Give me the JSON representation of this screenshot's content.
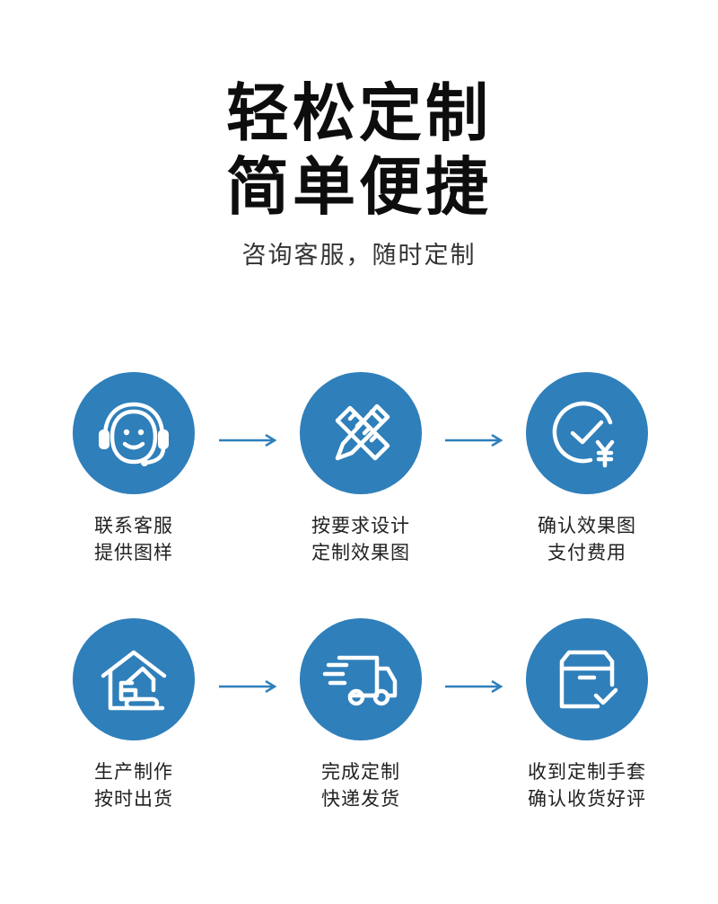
{
  "title": {
    "line1": "轻松定制",
    "line2": "简单便捷"
  },
  "subtitle": "咨询客服，随时定制",
  "accent_color": "#2f7fba",
  "steps": [
    {
      "icon": "headset-smile-icon",
      "line1": "联系客服",
      "line2": "提供图样"
    },
    {
      "icon": "pencil-ruler-icon",
      "line1": "按要求设计",
      "line2": "定制效果图"
    },
    {
      "icon": "check-yen-icon",
      "line1": "确认效果图",
      "line2": "支付费用"
    },
    {
      "icon": "factory-crane-icon",
      "line1": "生产制作",
      "line2": "按时出货"
    },
    {
      "icon": "delivery-truck-icon",
      "line1": "完成定制",
      "line2": "快递发货"
    },
    {
      "icon": "box-check-icon",
      "line1": "收到定制手套",
      "line2": "确认收货好评"
    }
  ]
}
